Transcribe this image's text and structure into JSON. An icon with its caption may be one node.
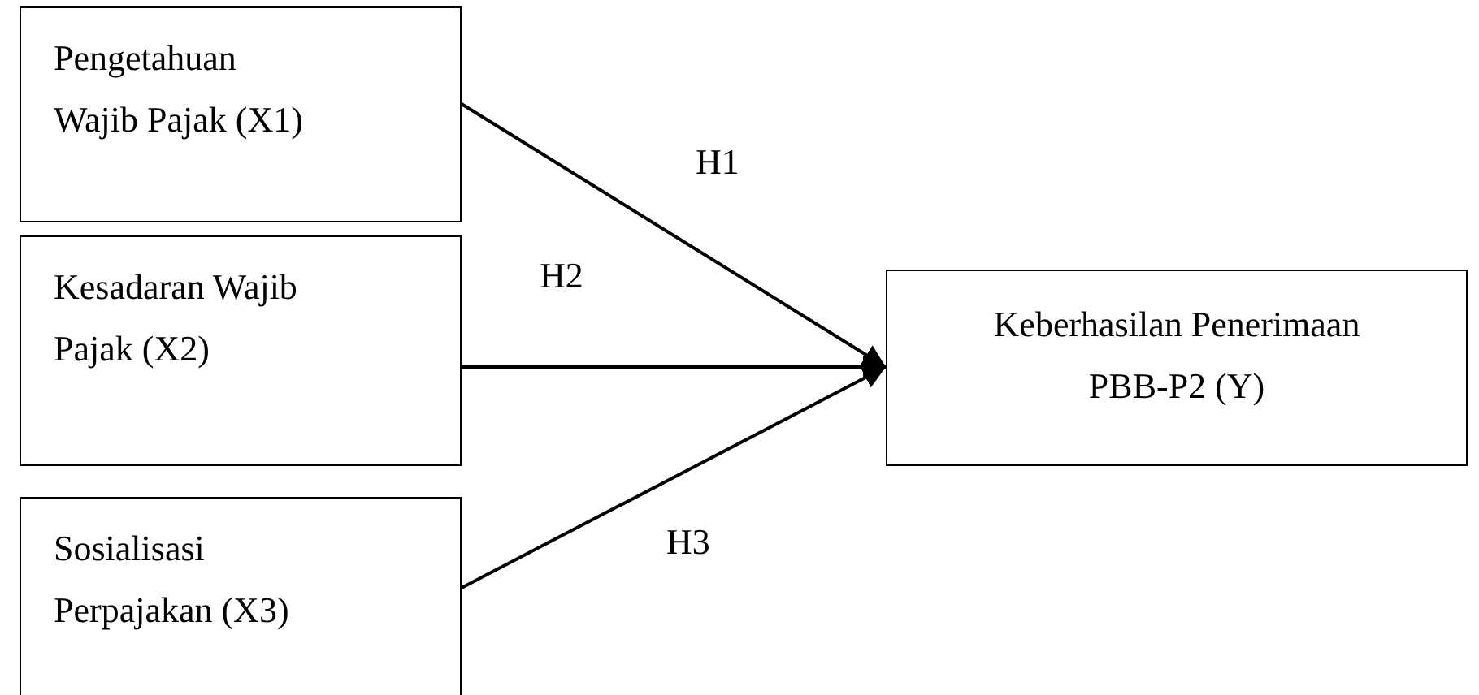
{
  "diagram": {
    "nodes": [
      {
        "text": [
          "Pengetahuan Wajib Pajak (X1)"
        ]
      },
      {
        "text": [
          "Kesadaran Wajib Pajak (X2)"
        ]
      },
      {
        "text": [
          "Sosialisasi Perpajakan (X3)"
        ]
      },
      {
        "text": [
          "Keberhasilan Penerimaan PBB-P2 (Y)"
        ]
      }
    ],
    "edges": [
      {
        "from": 0,
        "to": 3,
        "arrow": "to",
        "label": "H1"
      },
      {
        "from": 1,
        "to": 3,
        "arrow": "to",
        "label": "H2"
      },
      {
        "from": 2,
        "to": 3,
        "arrow": "to",
        "label": "H3"
      }
    ]
  }
}
